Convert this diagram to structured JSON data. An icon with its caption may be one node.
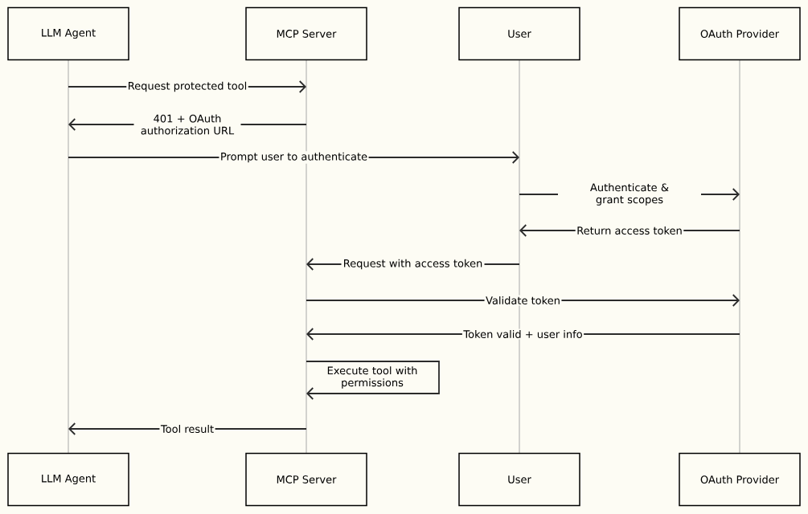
{
  "diagram": {
    "nodes": [
      {
        "text": [
          "LLM Agent"
        ]
      },
      {
        "text": [
          "MCP Server"
        ]
      },
      {
        "text": [
          "User"
        ]
      },
      {
        "text": [
          "OAuth Provider"
        ]
      },
      {
        "text": [],
        "shape": "line"
      },
      {
        "text": [],
        "shape": "line"
      },
      {
        "text": [],
        "shape": "line"
      },
      {
        "text": [],
        "shape": "line"
      },
      {
        "text": [
          "LLM Agent"
        ]
      },
      {
        "text": [
          "MCP Server"
        ]
      },
      {
        "text": [
          "User"
        ]
      },
      {
        "text": [
          "OAuth Provider"
        ]
      }
    ],
    "edges": [
      {
        "from": 4,
        "to": 5,
        "arrow": "to",
        "label": "Request protected tool"
      },
      {
        "from": 5,
        "to": 4,
        "arrow": "to",
        "label": "401 + OAuth authorization URL"
      },
      {
        "from": 4,
        "to": 6,
        "arrow": "to",
        "label": "Prompt user to authenticate"
      },
      {
        "from": 6,
        "to": 7,
        "arrow": "to",
        "label": "Authenticate & grant scopes"
      },
      {
        "from": 7,
        "to": 6,
        "arrow": "to",
        "label": "Return access token"
      },
      {
        "from": 6,
        "to": 5,
        "arrow": "to",
        "label": "Request with access token"
      },
      {
        "from": 5,
        "to": 7,
        "arrow": "to",
        "label": "Validate token"
      },
      {
        "from": 7,
        "to": 5,
        "arrow": "to",
        "label": "Token valid + user info"
      },
      {
        "from": 5,
        "to": 5,
        "arrow": "to",
        "label": "Execute tool with permissions"
      },
      {
        "from": 5,
        "to": 4,
        "arrow": "to",
        "label": "Tool result"
      }
    ]
  }
}
